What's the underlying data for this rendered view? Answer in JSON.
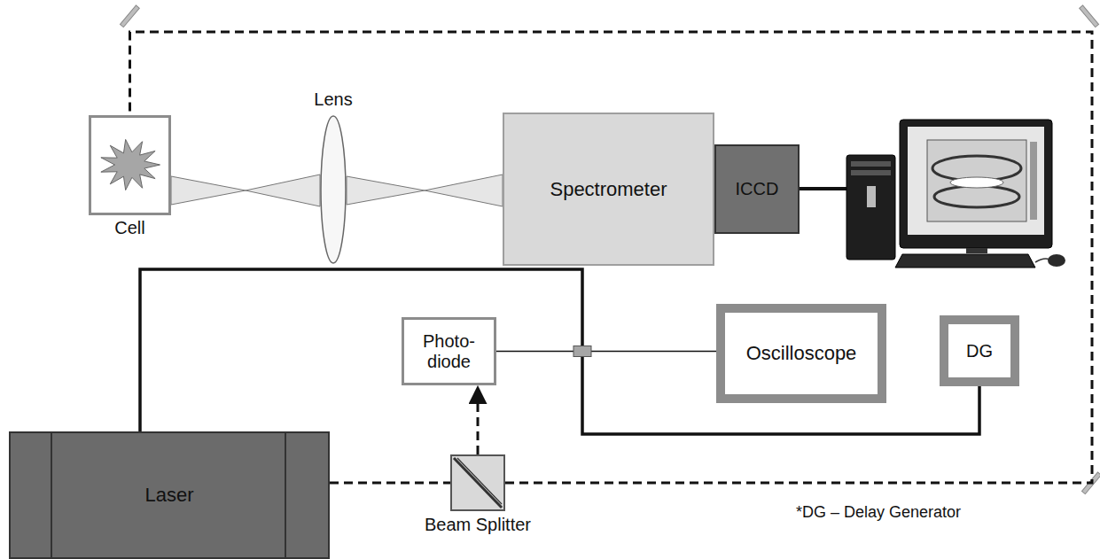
{
  "diagram": {
    "nodes": [
      {
        "text": [
          "Cell"
        ]
      },
      {
        "text": [
          "Lens"
        ]
      },
      {
        "text": [
          "Spectrometer"
        ]
      },
      {
        "text": [
          "ICCD"
        ]
      },
      {
        "text": [
          "Photo- diode"
        ]
      },
      {
        "text": [
          "Oscilloscope"
        ]
      },
      {
        "text": [
          "DG"
        ]
      },
      {
        "text": [
          "Laser"
        ]
      },
      {
        "text": [
          "Beam Splitter"
        ]
      }
    ],
    "edges": [
      {
        "from": 7,
        "to": 8,
        "arrow": "none"
      },
      {
        "from": 8,
        "to": 4,
        "arrow": "to"
      },
      {
        "from": 8,
        "to": 0,
        "arrow": "none"
      },
      {
        "from": 0,
        "to": 1,
        "arrow": "none"
      },
      {
        "from": 1,
        "to": 2,
        "arrow": "none"
      },
      {
        "from": 4,
        "to": 5,
        "arrow": "none"
      },
      {
        "from": 7,
        "to": 6,
        "arrow": "none"
      }
    ],
    "labels": [
      "*DG – Delay Generator"
    ]
  }
}
